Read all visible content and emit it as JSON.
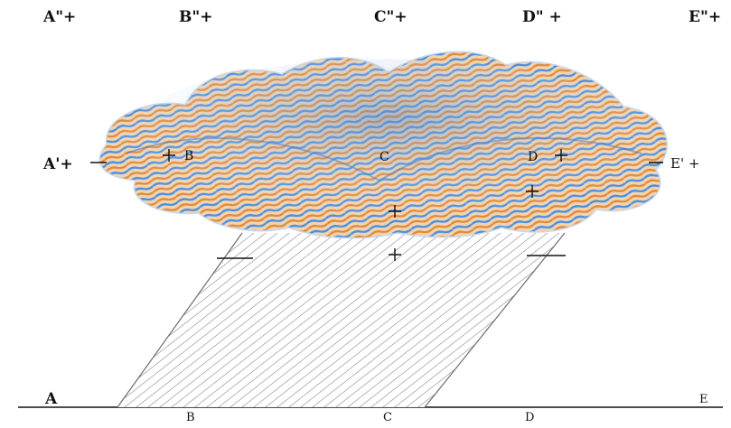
{
  "labels": {
    "top_row": [
      "A\"+",
      "B\"+",
      "C\"+",
      "D\" +",
      "E\"+"
    ],
    "middle_left": "A'+",
    "middle_right": "E' +",
    "middle_cloud": [
      "B",
      "C",
      "D"
    ],
    "ground": [
      "A",
      "B",
      "C",
      "D",
      "E"
    ]
  },
  "colors": {
    "cloud_blue": "#4a90e2",
    "cloud_orange": "#e8a25d",
    "rain": "#8a8a8a",
    "ink": "#111111"
  }
}
